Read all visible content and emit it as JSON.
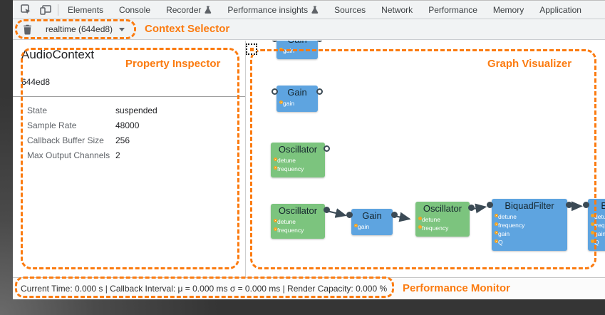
{
  "devtools": {
    "tabs": [
      {
        "label": "Elements",
        "flask": false
      },
      {
        "label": "Console",
        "flask": false
      },
      {
        "label": "Recorder",
        "flask": true
      },
      {
        "label": "Performance insights",
        "flask": true
      },
      {
        "label": "Sources",
        "flask": false
      },
      {
        "label": "Network",
        "flask": false
      },
      {
        "label": "Performance",
        "flask": false
      },
      {
        "label": "Memory",
        "flask": false
      },
      {
        "label": "Application",
        "flask": false
      }
    ],
    "toolbar": {
      "context_selector_value": "realtime (644ed8)",
      "trash_icon": "delete-icon"
    },
    "inspector": {
      "title": "AudioContext",
      "context_id": "644ed8",
      "properties": [
        {
          "label": "State",
          "value": "suspended"
        },
        {
          "label": "Sample Rate",
          "value": "48000"
        },
        {
          "label": "Callback Buffer Size",
          "value": "256"
        },
        {
          "label": "Max Output Channels",
          "value": "2"
        }
      ]
    },
    "graph": {
      "nodes": [
        {
          "label": "Gain",
          "params": [
            "gain"
          ],
          "color": "blue"
        },
        {
          "label": "Gain",
          "params": [
            "gain"
          ],
          "color": "blue"
        },
        {
          "label": "Oscillator",
          "params": [
            "detune",
            "frequency"
          ],
          "color": "green"
        },
        {
          "label": "Oscillator",
          "params": [
            "detune",
            "frequency"
          ],
          "color": "green"
        },
        {
          "label": "Gain",
          "params": [
            "gain"
          ],
          "color": "blue"
        },
        {
          "label": "Oscillator",
          "params": [
            "detune",
            "frequency"
          ],
          "color": "green"
        },
        {
          "label": "BiquadFilter",
          "params": [
            "detune",
            "frequency",
            "gain",
            "Q"
          ],
          "color": "blue"
        },
        {
          "label": "BiquadFilter",
          "params": [
            "detune",
            "frequency",
            "gain",
            "Q"
          ],
          "color": "blue"
        }
      ],
      "edges": [
        "Oscillator.output -> Gain.input",
        "Gain.output -> Oscillator.detune",
        "Oscillator.output -> BiquadFilter.input",
        "BiquadFilter.output -> BiquadFilter.input"
      ]
    },
    "status_bar": {
      "text": "Current Time: 0.000 s | Callback Interval: μ = 0.000 ms σ = 0.000 ms | Render Capacity: 0.000 %"
    }
  },
  "annotations": {
    "context_selector": "Context Selector",
    "property_inspector": "Property Inspector",
    "graph_visualizer": "Graph Visualizer",
    "performance_monitor": "Performance Monitor",
    "accent_color": "#fb7b10"
  },
  "colors": {
    "node_blue": "#5ea4e0",
    "node_green": "#7cc47e",
    "param_port_orange": "#f5a623",
    "edge_slate": "#3b4a55",
    "toolbar_bg": "#f1f3f4"
  }
}
